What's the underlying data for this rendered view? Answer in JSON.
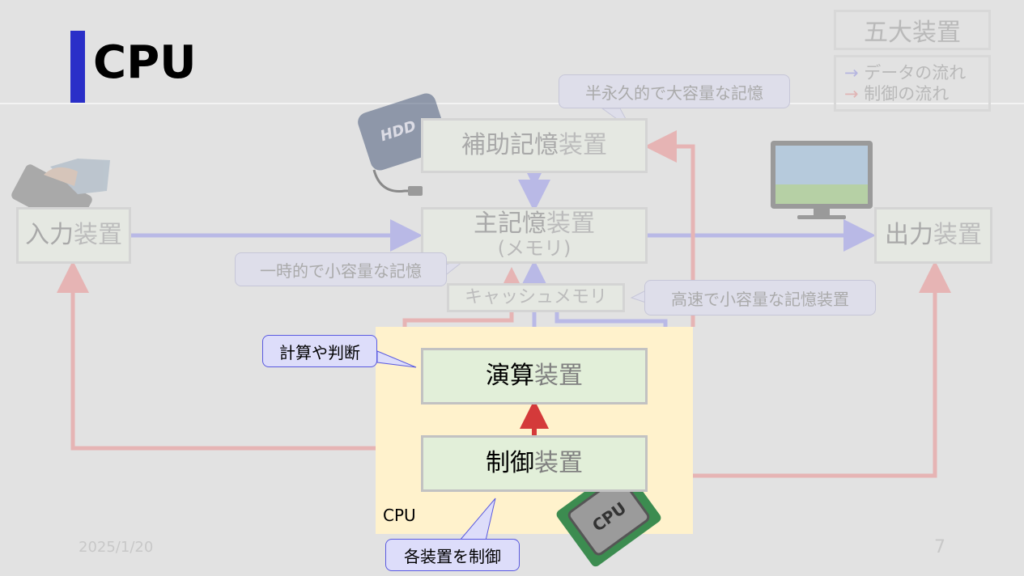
{
  "slide": {
    "title": "CPU",
    "date": "2025/1/20",
    "page_number": "7"
  },
  "legend": {
    "title": "五大装置",
    "data_flow_arrow": "→",
    "data_flow": "データの流れ",
    "control_flow_arrow": "→",
    "control_flow": "制御の流れ"
  },
  "boxes": {
    "aux_storage_a": "補助記憶",
    "aux_storage_b": "装置",
    "main_memory_a": "主記憶",
    "main_memory_b": "装置",
    "main_memory_sub": "(メモリ)",
    "cache": "キャッシュメモリ",
    "input_a": "入力",
    "input_b": "装置",
    "output_a": "出力",
    "output_b": "装置",
    "alu_a": "演算",
    "alu_b": "装置",
    "control_a": "制御",
    "control_b": "装置"
  },
  "callouts": {
    "aux_storage": "半永久的で大容量な記憶",
    "main_memory": "一時的で小容量な記憶",
    "cache": "高速で小容量な記憶装置",
    "alu": "計算や判断",
    "control": "各装置を制御"
  },
  "cpu": {
    "label": "CPU",
    "chip_text": "CPU"
  },
  "hdd_label": "HDD",
  "colors": {
    "accent_bar": "#2a2fc8",
    "cpu_background": "#fff2cc",
    "data_flow": "#b9b9e6",
    "control_flow": "#e6b4b4",
    "active_control_arrow": "#d43a3a"
  }
}
